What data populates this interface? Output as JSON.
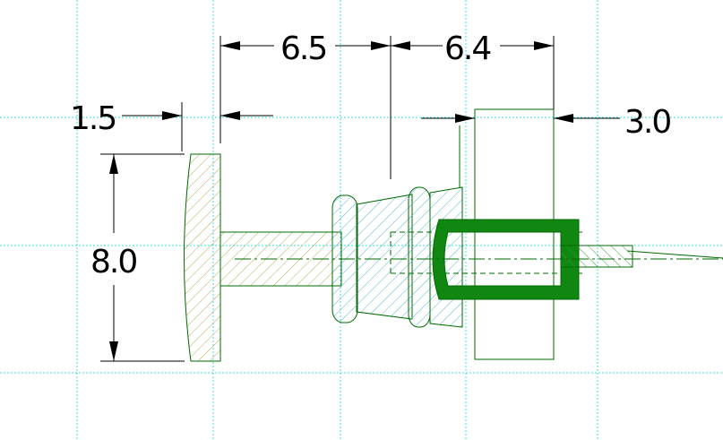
{
  "colors": {
    "background": "#ffffff",
    "grid": "#40d8dc",
    "outline": "#006a00",
    "hatch_khaki": "#b4ae55",
    "hatch_blue": "#59b6c6",
    "hatch_green": "#3e9b3e",
    "solid_section": "#108710",
    "dimension": "#000000"
  },
  "dimensions": {
    "d_head_thickness": "1.5",
    "d_head_diameter": "8.0",
    "d_span_1": "6.5",
    "d_span_2": "6.4",
    "d_span_3": "3.0"
  }
}
